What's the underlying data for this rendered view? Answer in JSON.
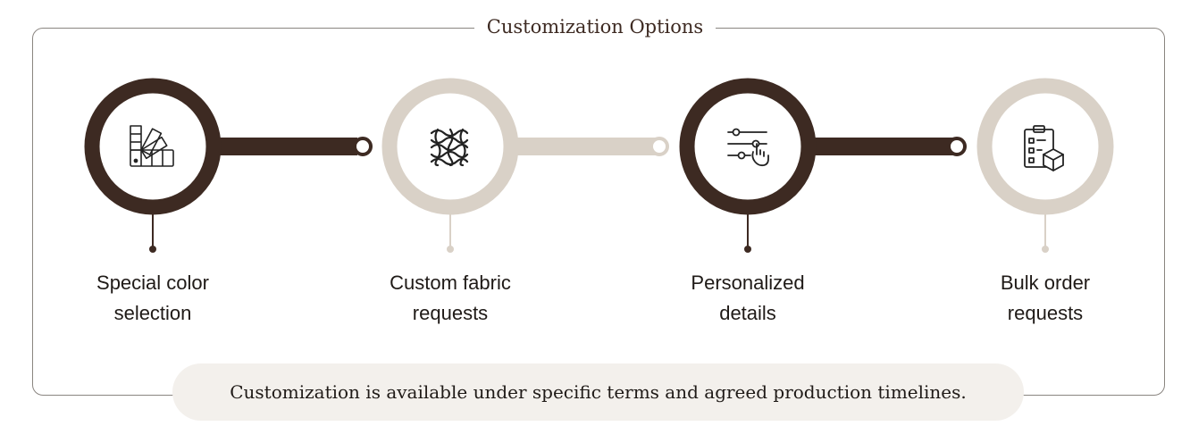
{
  "title": "Customization Options",
  "colors": {
    "dark": "#3d2a22",
    "light": "#d9d1c7",
    "frame": "#8a8580",
    "note_bg": "#f3f0ec"
  },
  "steps": [
    {
      "line1": "Special color",
      "line2": "selection",
      "icon": "color-swatch-icon",
      "tone": "dark"
    },
    {
      "line1": "Custom fabric",
      "line2": "requests",
      "icon": "fabric-weave-icon",
      "tone": "light"
    },
    {
      "line1": "Personalized",
      "line2": "details",
      "icon": "settings-sliders-icon",
      "tone": "dark"
    },
    {
      "line1": "Bulk order",
      "line2": "requests",
      "icon": "order-checklist-icon",
      "tone": "light"
    }
  ],
  "footer_note": "Customization is available under specific terms and agreed production timelines."
}
